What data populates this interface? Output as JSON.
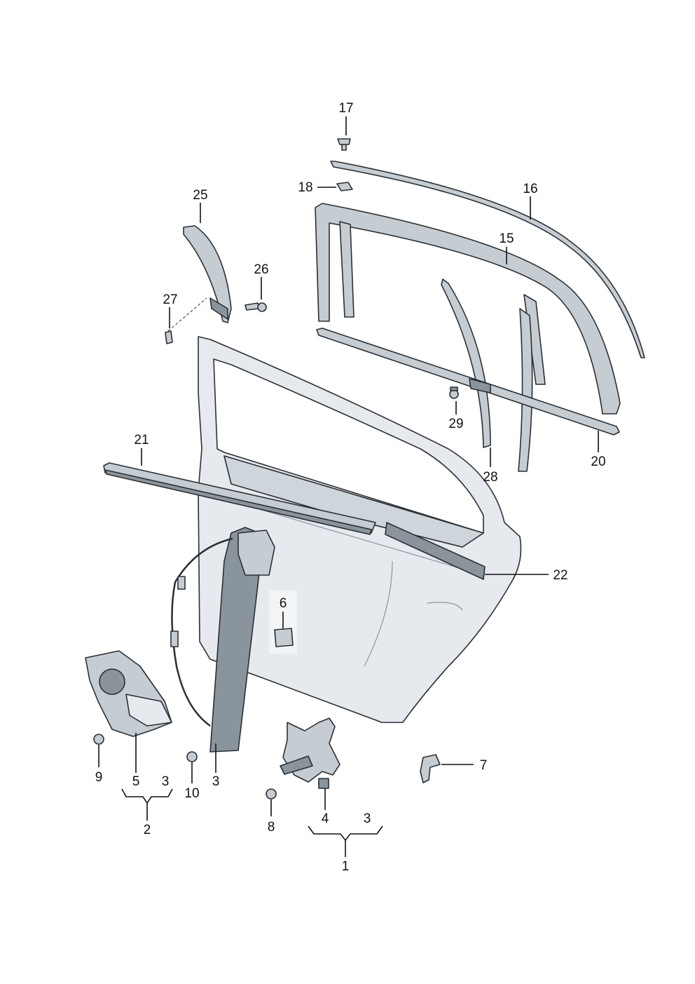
{
  "diagram": {
    "type": "exploded-parts-diagram",
    "colors": {
      "part_fill": "#c5cdd3",
      "part_light": "#e6eaee",
      "part_dark": "#8a949c",
      "outline": "#2b2f33",
      "label": "#111111"
    },
    "callouts": [
      {
        "id": "c1",
        "text": "1"
      },
      {
        "id": "c2",
        "text": "2"
      },
      {
        "id": "c3a",
        "text": "3"
      },
      {
        "id": "c3b",
        "text": "3"
      },
      {
        "id": "c3c",
        "text": "3"
      },
      {
        "id": "c4",
        "text": "4"
      },
      {
        "id": "c5",
        "text": "5"
      },
      {
        "id": "c6",
        "text": "6"
      },
      {
        "id": "c7",
        "text": "7"
      },
      {
        "id": "c8",
        "text": "8"
      },
      {
        "id": "c9",
        "text": "9"
      },
      {
        "id": "c10",
        "text": "10"
      },
      {
        "id": "c15",
        "text": "15"
      },
      {
        "id": "c16",
        "text": "16"
      },
      {
        "id": "c17",
        "text": "17"
      },
      {
        "id": "c18",
        "text": "18"
      },
      {
        "id": "c20",
        "text": "20"
      },
      {
        "id": "c21",
        "text": "21"
      },
      {
        "id": "c22",
        "text": "22"
      },
      {
        "id": "c25",
        "text": "25"
      },
      {
        "id": "c26",
        "text": "26"
      },
      {
        "id": "c27",
        "text": "27"
      },
      {
        "id": "c28",
        "text": "28"
      },
      {
        "id": "c29",
        "text": "29"
      }
    ]
  }
}
